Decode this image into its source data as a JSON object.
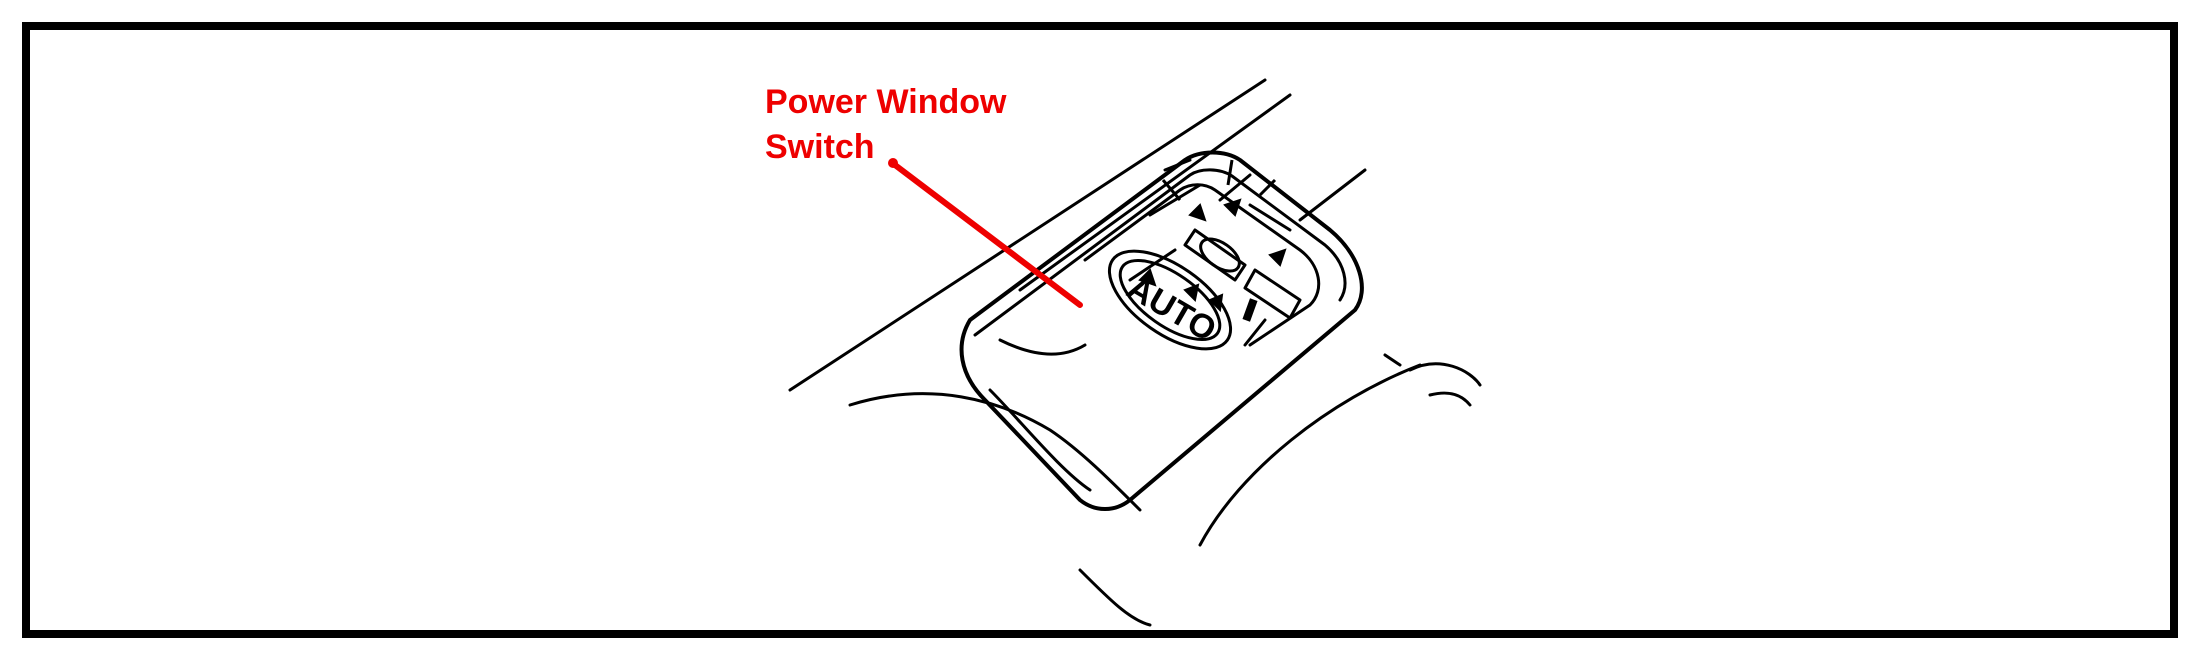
{
  "callout": {
    "line1": "Power Window",
    "line2": "Switch",
    "color": "#ee0000"
  },
  "switch_labels": {
    "auto": "AUTO"
  },
  "colors": {
    "ink": "#000000",
    "paper": "#ffffff"
  }
}
